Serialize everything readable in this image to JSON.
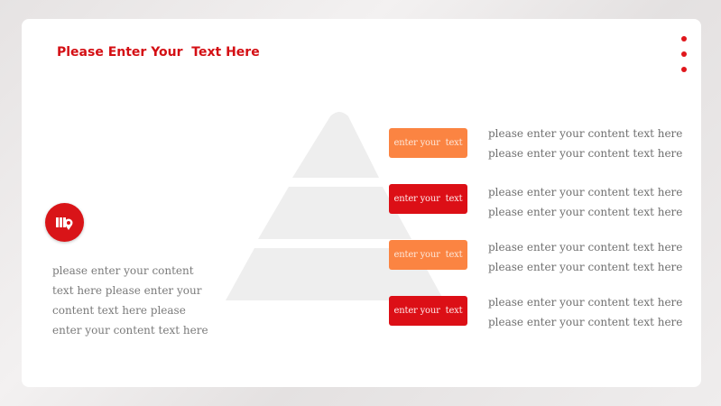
{
  "title": "Please Enter Your  Text Here",
  "left_text": "please enter your content text here  please enter your content text here  please enter your content text here",
  "levels": [
    {
      "label": "enter your  text",
      "color": "orange",
      "lines": [
        "please enter your content text here",
        "please enter your content text here"
      ]
    },
    {
      "label": "enter your  text",
      "color": "red",
      "lines": [
        "please enter your content text here",
        "please enter your content text here"
      ]
    },
    {
      "label": "enter your  text",
      "color": "orange",
      "lines": [
        "please enter your content text here",
        "please enter your content text here"
      ]
    },
    {
      "label": "enter your  text",
      "color": "red",
      "lines": [
        "please enter your content text here",
        "please enter your content text here"
      ]
    }
  ],
  "colors": {
    "accent_red": "#dc0f16",
    "accent_orange": "#fb8442",
    "pyramid_gray": "#eeeeee"
  },
  "icons": {
    "badge": "location-pin-map-icon",
    "dots": "more-options-icon"
  }
}
